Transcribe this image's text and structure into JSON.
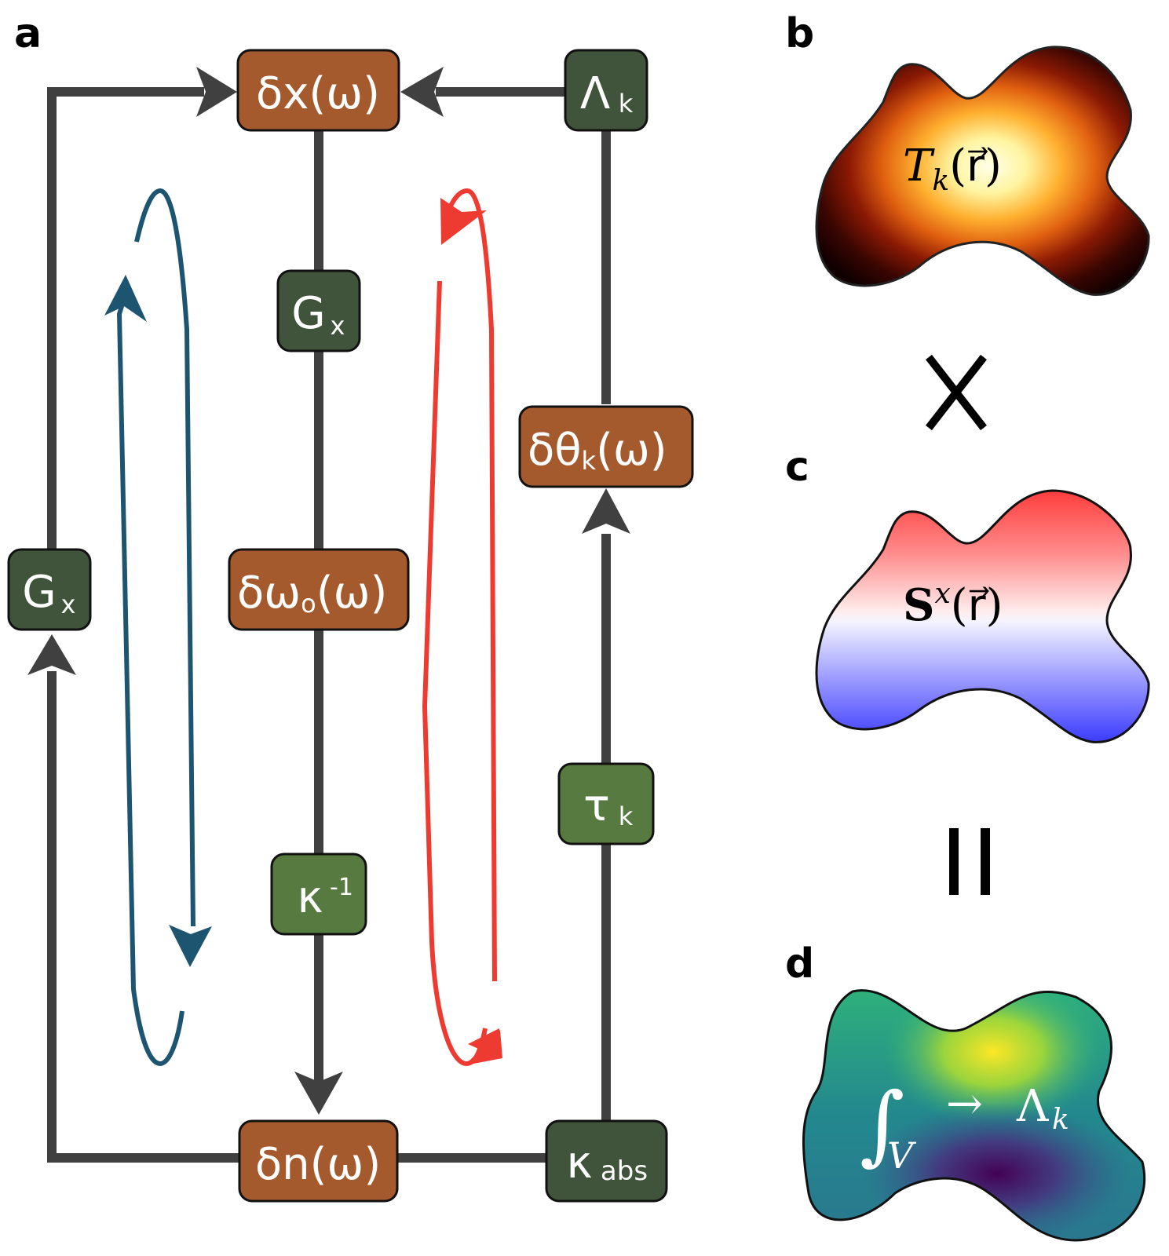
{
  "panels": {
    "a": "a",
    "b": "b",
    "c": "c",
    "d": "d"
  },
  "colors": {
    "node_brown": "#a55a2e",
    "node_dark_green": "#3f543a",
    "node_light_green": "#567a3f",
    "connector": "#404040",
    "loop_blue": "#1d5570",
    "loop_red": "#ee3b31"
  },
  "nodes": {
    "dx": {
      "main": "δx(ω)",
      "sub": ""
    },
    "lambda_k": {
      "main": "Λ",
      "sub": "k"
    },
    "gx_center": {
      "main": "G",
      "sub": "x"
    },
    "gx_left": {
      "main": "G",
      "sub": "x"
    },
    "dtheta": {
      "main": "δθ",
      "sub": "k",
      "tail": "(ω)"
    },
    "domega": {
      "main": "δω",
      "sub": "o",
      "tail": "(ω)"
    },
    "tau_k": {
      "main": "τ",
      "sub": "k"
    },
    "kappa_inv": {
      "main": "κ",
      "sup": "-1"
    },
    "dn": {
      "main": "δn(ω)"
    },
    "kappa_abs": {
      "main": "κ",
      "sub": "abs"
    }
  },
  "operators": {
    "times": "×",
    "equals": "="
  },
  "panel_b": {
    "expr_main": "T",
    "expr_sub": "k",
    "expr_tail": "(r⃗)"
  },
  "panel_c": {
    "expr_main": "S",
    "expr_sup": "x",
    "expr_tail": "(r⃗)"
  },
  "panel_d": {
    "integral": "∫",
    "integral_sub": "V",
    "arrow": "→",
    "result": "Λ",
    "result_sub": "k"
  }
}
